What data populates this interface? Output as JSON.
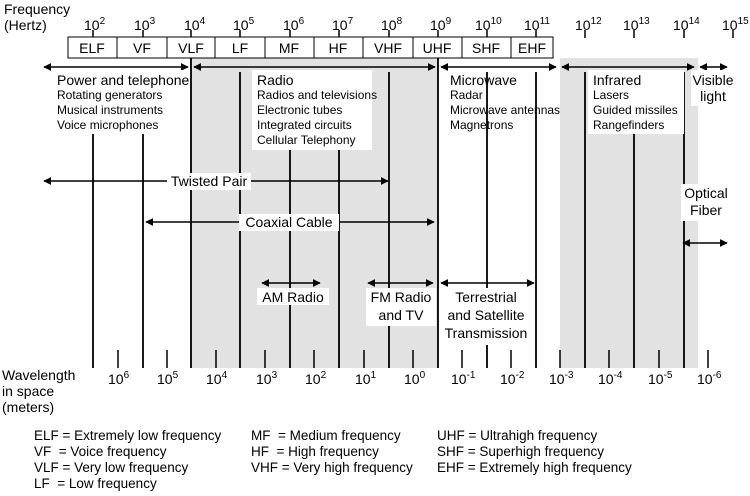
{
  "axis": {
    "frequency_title_line1": "Frequency",
    "frequency_title_line2": "(Hertz)",
    "wavelength_title_line1": "Wavelength",
    "wavelength_title_line2": "in space",
    "wavelength_title_line3": "(meters)"
  },
  "frequency_ticks": [
    {
      "base": "10",
      "exp": "2"
    },
    {
      "base": "10",
      "exp": "3"
    },
    {
      "base": "10",
      "exp": "4"
    },
    {
      "base": "10",
      "exp": "5"
    },
    {
      "base": "10",
      "exp": "6"
    },
    {
      "base": "10",
      "exp": "7"
    },
    {
      "base": "10",
      "exp": "8"
    },
    {
      "base": "10",
      "exp": "9"
    },
    {
      "base": "10",
      "exp": "10"
    },
    {
      "base": "10",
      "exp": "11"
    },
    {
      "base": "10",
      "exp": "12"
    },
    {
      "base": "10",
      "exp": "13"
    },
    {
      "base": "10",
      "exp": "14"
    },
    {
      "base": "10",
      "exp": "15"
    }
  ],
  "wavelength_ticks": [
    {
      "base": "10",
      "exp": "6"
    },
    {
      "base": "10",
      "exp": "5"
    },
    {
      "base": "10",
      "exp": "4"
    },
    {
      "base": "10",
      "exp": "3"
    },
    {
      "base": "10",
      "exp": "2"
    },
    {
      "base": "10",
      "exp": "1"
    },
    {
      "base": "10",
      "exp": "0"
    },
    {
      "base": "10",
      "exp": "-1"
    },
    {
      "base": "10",
      "exp": "-2"
    },
    {
      "base": "10",
      "exp": "-3"
    },
    {
      "base": "10",
      "exp": "-4"
    },
    {
      "base": "10",
      "exp": "-5"
    },
    {
      "base": "10",
      "exp": "-6"
    }
  ],
  "bands": [
    "ELF",
    "VF",
    "VLF",
    "LF",
    "MF",
    "HF",
    "VHF",
    "UHF",
    "SHF",
    "EHF"
  ],
  "categories": [
    {
      "title": "Power and telephone",
      "items": [
        "Rotating generators",
        "Musical instruments",
        "Voice microphones"
      ]
    },
    {
      "title": "Radio",
      "items": [
        "Radios and televisions",
        "Electronic tubes",
        "Integrated circuits",
        "Cellular Telephony"
      ]
    },
    {
      "title": "Microwave",
      "items": [
        "Radar",
        "Microwave antennas",
        "Magnetrons"
      ]
    },
    {
      "title": "Infrared",
      "items": [
        "Lasers",
        "Guided missiles",
        "Rangefinders"
      ]
    },
    {
      "title_lines": [
        "Visible",
        "light"
      ]
    }
  ],
  "media": {
    "twisted_pair": "Twisted Pair",
    "coaxial_cable": "Coaxial Cable",
    "optical_fiber_line1": "Optical",
    "optical_fiber_line2": "Fiber"
  },
  "applications": {
    "am_radio": "AM Radio",
    "fm_radio_line1": "FM Radio",
    "fm_radio_line2": "and TV",
    "terrestrial_line1": "Terrestrial",
    "terrestrial_line2": "and Satellite",
    "terrestrial_line3": "Transmission"
  },
  "legend": {
    "elf": "ELF = Extremely low frequency",
    "vf": "VF  = Voice frequency",
    "vlf": "VLF = Very low frequency",
    "lf": "LF  = Low frequency",
    "mf": "MF  = Medium frequency",
    "hf": "HF  = High frequency",
    "vhf": "VHF = Very high frequency",
    "uhf": "UHF = Ultrahigh frequency",
    "shf": "SHF = Superhigh frequency",
    "ehf": "EHF = Extremely high frequency"
  },
  "colors": {
    "shade": "#e2e2e2",
    "ink": "#000000"
  }
}
